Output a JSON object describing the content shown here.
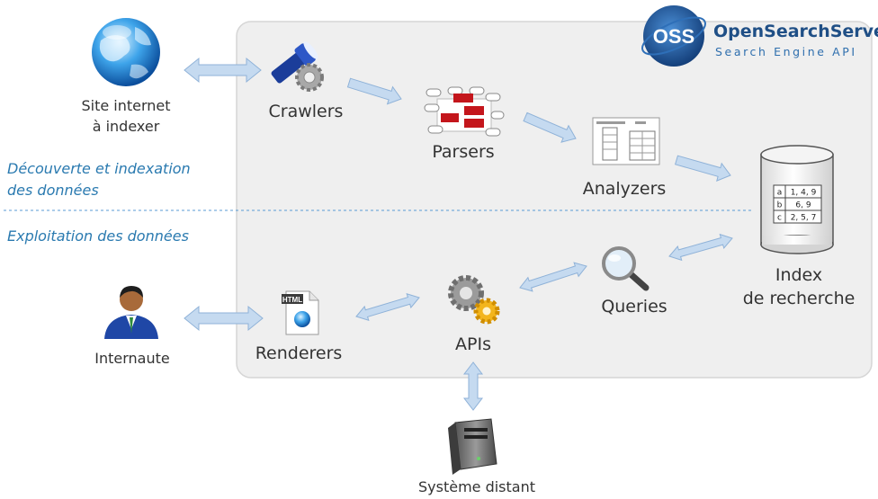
{
  "logo": {
    "badge": "OSS",
    "name": "OpenSearchServer",
    "tagline": "Search Engine API"
  },
  "sections": {
    "discovery": [
      "Découverte et indexation",
      "des données"
    ],
    "exploitation": "Exploitation des données"
  },
  "nodes": {
    "site": [
      "Site internet",
      "à indexer"
    ],
    "crawlers": "Crawlers",
    "parsers": "Parsers",
    "analyzers": "Analyzers",
    "index": [
      "Index",
      "de recherche"
    ],
    "queries": "Queries",
    "apis": "APIs",
    "renderers": "Renderers",
    "internaute": "Internaute",
    "systeme": "Système distant"
  },
  "index_table": [
    [
      "a",
      "1, 4, 9"
    ],
    [
      "b",
      "6, 9"
    ],
    [
      "c",
      "2, 5, 7"
    ]
  ],
  "html_badge": "HTML",
  "colors": {
    "arrow_fill": "#c5daf0",
    "arrow_stroke": "#8fb2d8",
    "panel": "#efefef",
    "section_text": "#2a7ab0",
    "logo_blue": "#1f4f86"
  }
}
